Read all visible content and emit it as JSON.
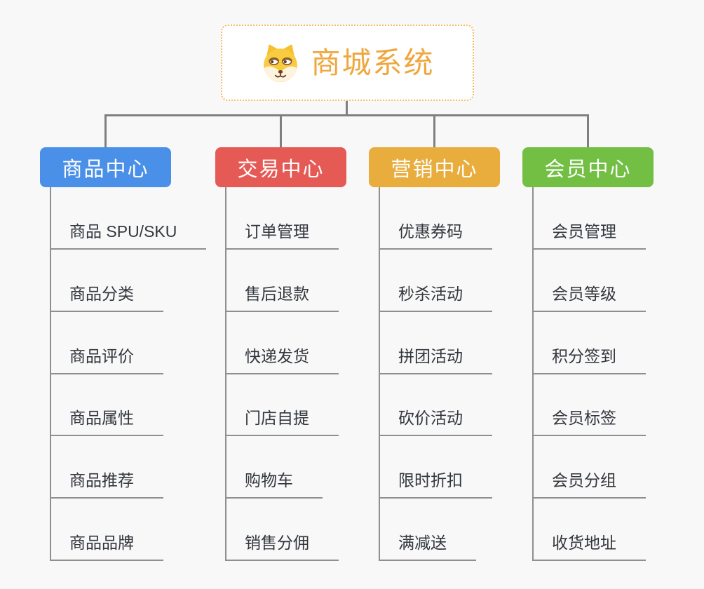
{
  "page": {
    "background_color": "#f8f8f8",
    "connector_color": "#808080",
    "leaf_line_color": "#8f8f8f",
    "leaf_text_color": "#32363c"
  },
  "root": {
    "title": "商城系统",
    "title_color": "#efa73e",
    "border_color": "#f4bd62",
    "icon": "shiba-dog-icon"
  },
  "branches": [
    {
      "label": "商品中心",
      "color": "#4b90e8",
      "children": [
        "商品 SPU/SKU",
        "商品分类",
        "商品评价",
        "商品属性",
        "商品推荐",
        "商品品牌"
      ]
    },
    {
      "label": "交易中心",
      "color": "#e65a55",
      "children": [
        "订单管理",
        "售后退款",
        "快递发货",
        "门店自提",
        "购物车",
        "销售分佣"
      ]
    },
    {
      "label": "营销中心",
      "color": "#e9ad3e",
      "children": [
        "优惠券码",
        "秒杀活动",
        "拼团活动",
        "砍价活动",
        "限时折扣",
        "满减送"
      ]
    },
    {
      "label": "会员中心",
      "color": "#72bf44",
      "children": [
        "会员管理",
        "会员等级",
        "积分签到",
        "会员标签",
        "会员分组",
        "收货地址"
      ]
    }
  ]
}
